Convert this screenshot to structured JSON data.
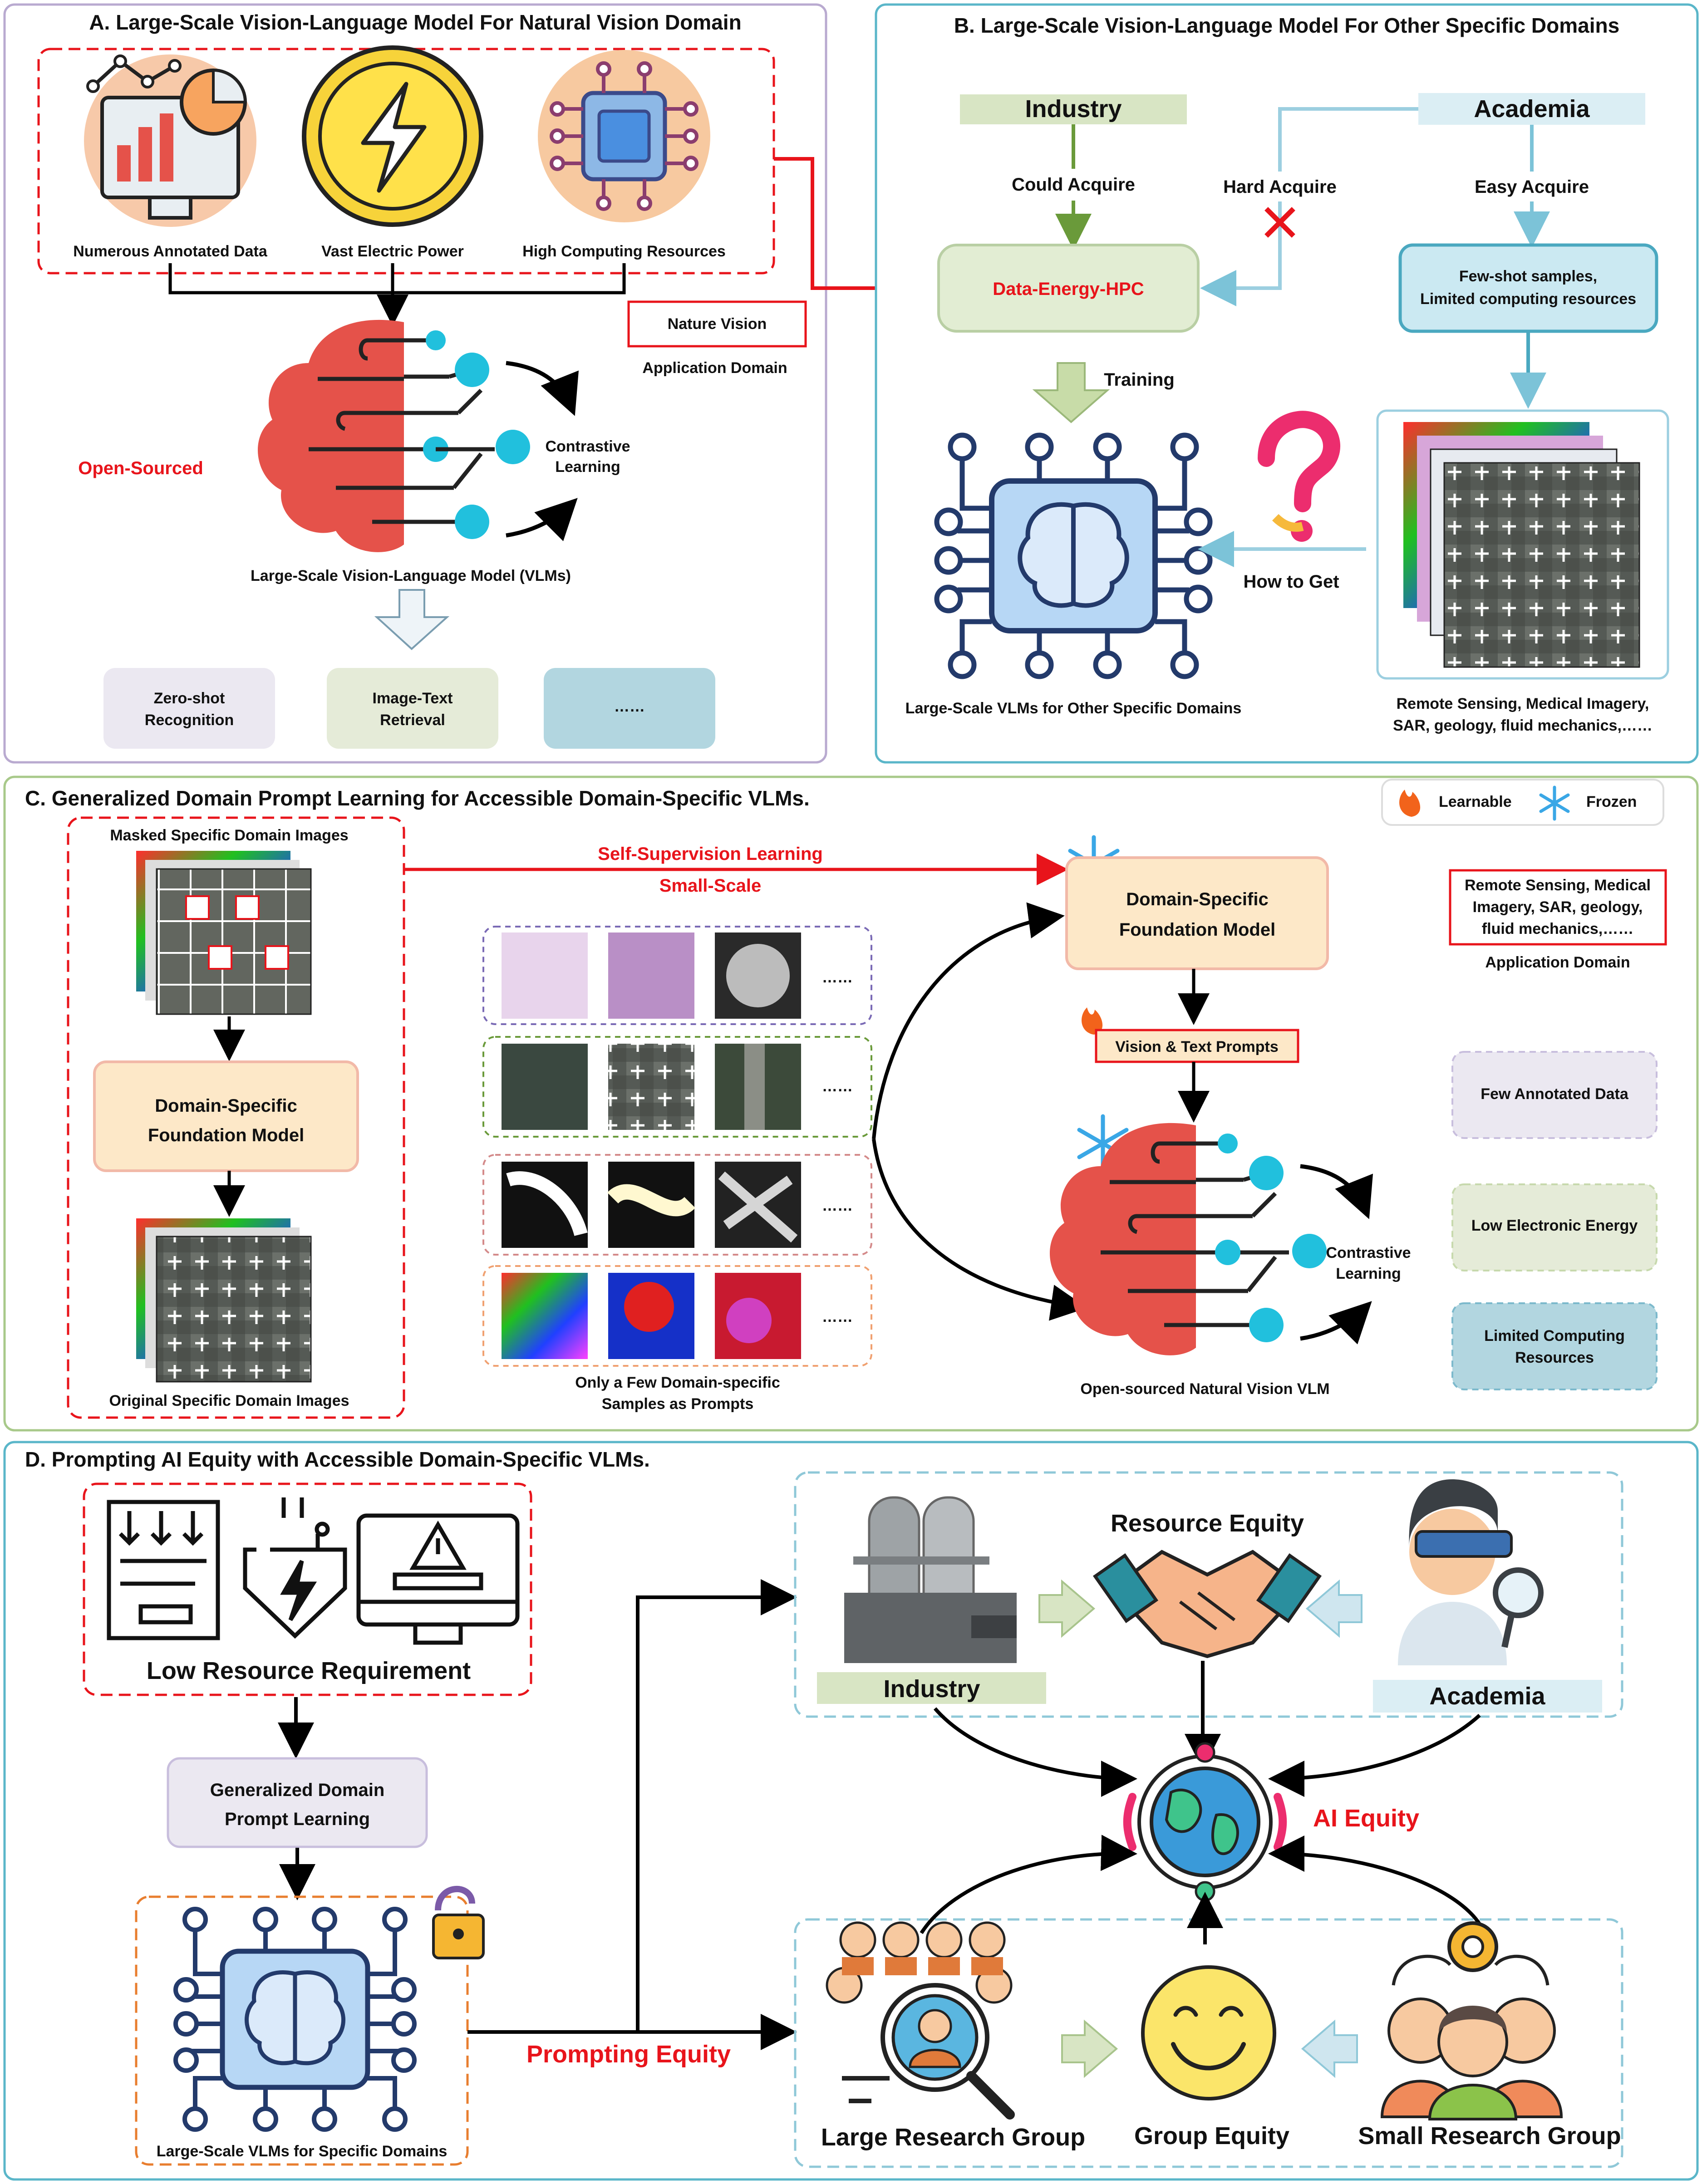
{
  "colors": {
    "accent_red": "#e8141b",
    "panel_a_border": "#b9aad0",
    "panel_b_border": "#5ab6c9",
    "panel_c_border": "#a8c98a",
    "panel_d_border": "#5ab6c9",
    "brain_red": "#e5524a",
    "cyan_node": "#21c0dd",
    "chip_blue": "#3b6fb0"
  },
  "panel_a": {
    "title": "A. Large-Scale Vision-Language Model For Natural Vision Domain",
    "resource_labels": [
      "Numerous Annotated Data",
      "Vast Electric Power",
      "High Computing Resources"
    ],
    "nature_vision": "Nature Vision",
    "application_domain": "Application Domain",
    "open_sourced": "Open-Sourced",
    "contrastive": [
      "Contrastive",
      "Learning"
    ],
    "vlm_caption": "Large-Scale Vision-Language Model (VLMs)",
    "tasks": [
      {
        "line1": "Zero-shot",
        "line2": "Recognition"
      },
      {
        "line1": "Image-Text",
        "line2": "Retrieval"
      },
      {
        "line1": "……",
        "line2": ""
      }
    ]
  },
  "panel_b": {
    "title": "B. Large-Scale Vision-Language Model For Other Specific Domains",
    "industry": "Industry",
    "academia": "Academia",
    "could_acquire": "Could  Acquire",
    "hard_acquire": "Hard  Acquire",
    "easy_acquire": "Easy  Acquire",
    "deh": "Data-Energy-HPC",
    "few_shot": [
      "Few-shot samples,",
      "Limited computing resources"
    ],
    "training": "Training",
    "how_to_get": "How to Get",
    "vlm_caption": "Large-Scale VLMs for Other Specific Domains",
    "domains": [
      "Remote Sensing, Medical Imagery,",
      "SAR, geology, fluid mechanics,……"
    ]
  },
  "panel_c": {
    "title": "C. Generalized Domain Prompt Learning for Accessible Domain-Specific VLMs.",
    "learnable": "Learnable",
    "frozen": "Frozen",
    "masked_title": "Masked Specific Domain Images",
    "dsfm": [
      "Domain-Specific",
      "Foundation Model"
    ],
    "original_title": "Original Specific Domain Images",
    "ssl": "Self-Supervision Learning",
    "small_scale": "Small-Scale",
    "ellipsis": "……",
    "few_samples": [
      "Only a Few Domain-specific",
      "Samples as Prompts"
    ],
    "prompts": "Vision & Text Prompts",
    "contrastive": [
      "Contrastive",
      "Learning"
    ],
    "open_vlm": "Open-sourced Natural Vision VLM",
    "app_domain_box": [
      "Remote Sensing, Medical",
      "Imagery, SAR, geology,",
      "fluid mechanics,……"
    ],
    "application_domain": "Application Domain",
    "low_items": [
      "Few Annotated Data",
      "Low Electronic Energy",
      "Limited Computing",
      "Resources"
    ]
  },
  "panel_d": {
    "title": "D. Prompting AI Equity with Accessible Domain-Specific VLMs.",
    "low_resource": "Low Resource Requirement",
    "gdpl": [
      "Generalized Domain",
      "Prompt Learning"
    ],
    "vlm_caption": "Large-Scale VLMs for Specific Domains",
    "prompting_equity": "Prompting Equity",
    "resource_equity": "Resource Equity",
    "industry": "Industry",
    "academia": "Academia",
    "ai_equity": "AI  Equity",
    "large_group": "Large Research Group",
    "group_equity": "Group Equity",
    "small_group": "Small Research Group"
  }
}
